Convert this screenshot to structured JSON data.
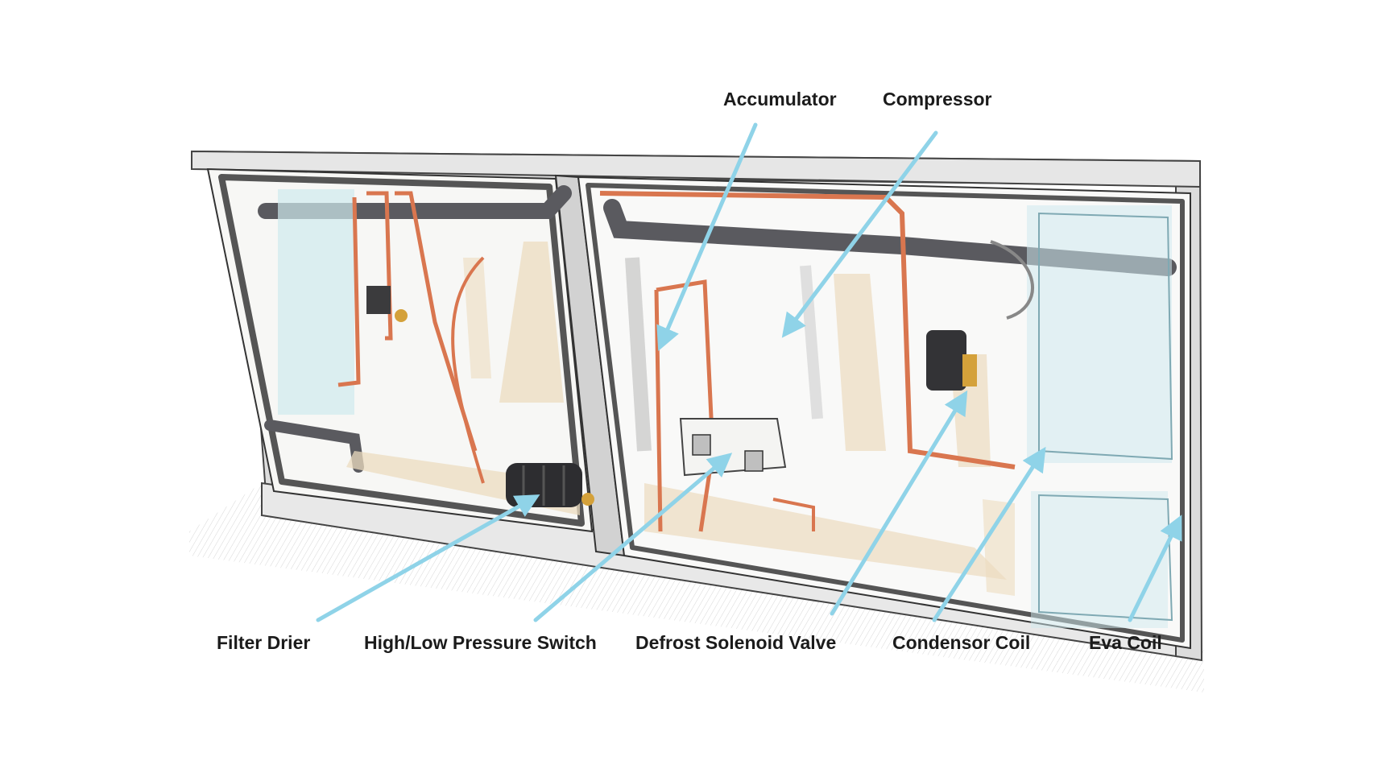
{
  "labels": {
    "accumulator": "Accumulator",
    "compressor": "Compressor",
    "filter_drier": "Filter Drier",
    "pressure_switch": "High/Low Pressure Switch",
    "defrost_valve": "Defrost Solenoid Valve",
    "condensor_coil": "Condensor Coil",
    "eva_coil": "Eva Coil"
  },
  "colors": {
    "pointer": "#8fd3e8",
    "copper_pipe": "#d9764f",
    "frame": "#d9d9d9",
    "dark_rail": "#5a5a5f",
    "insulation": "#ecdcbf",
    "coil": "#cfe9ee"
  }
}
